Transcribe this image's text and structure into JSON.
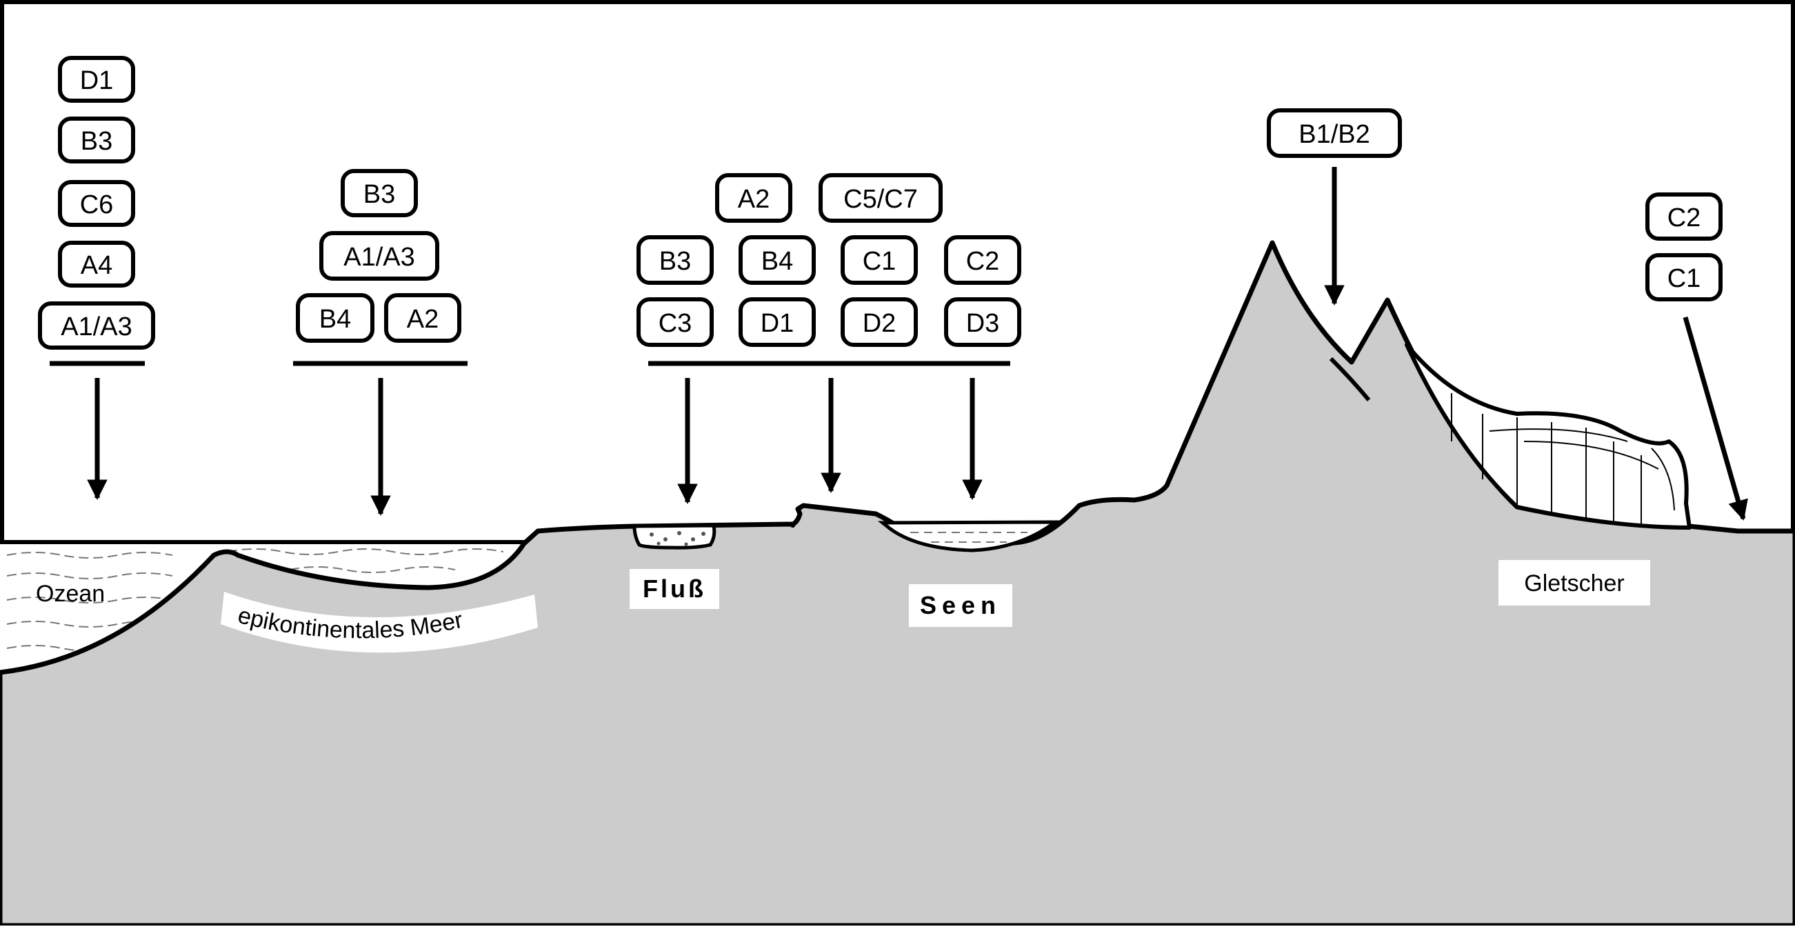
{
  "colors": {
    "terrain": "#cccccc",
    "ink": "#000000",
    "paper": "#ffffff"
  },
  "labels": {
    "ocean": "Ozean",
    "epicontinental_sea": "epikontinentales Meer",
    "river": "Fluß",
    "lakes": "Seen",
    "glacier": "Gletscher"
  },
  "groups": {
    "ocean": [
      "D1",
      "B3",
      "C6",
      "A4",
      "A1/A3"
    ],
    "sea": [
      "B3",
      "A1/A3",
      "B4",
      "A2"
    ],
    "continental": [
      "A2",
      "C5/C7",
      "B3",
      "B4",
      "C1",
      "C2",
      "C3",
      "D1",
      "D2",
      "D3"
    ],
    "mountain": [
      "B1/B2"
    ],
    "glacier": [
      "C2",
      "C1"
    ]
  }
}
